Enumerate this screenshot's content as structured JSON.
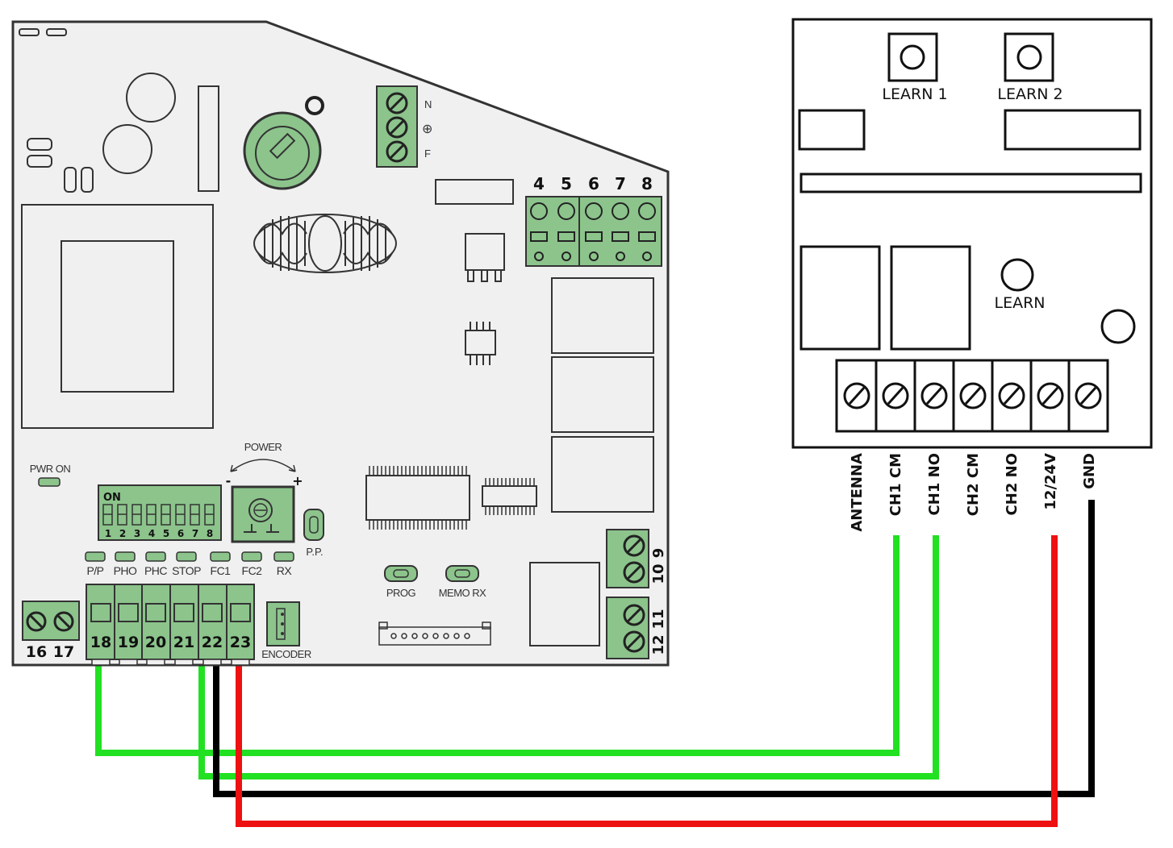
{
  "control_board": {
    "mains_terminal_labels": [
      "N",
      "⊕",
      "F"
    ],
    "top_terminal_numbers": [
      "4",
      "5",
      "6",
      "7",
      "8"
    ],
    "power_label": "POWER",
    "power_minus": "-",
    "power_plus": "+",
    "pwr_on_label": "PWR ON",
    "dip_on_label": "ON",
    "dip_numbers": [
      "1",
      "2",
      "3",
      "4",
      "5",
      "6",
      "7",
      "8"
    ],
    "pp_label": "P.P.",
    "led_labels": [
      "P/P",
      "PHO",
      "PHC",
      "STOP",
      "FC1",
      "FC2",
      "RX"
    ],
    "prog_label": "PROG",
    "memo_rx_label": "MEMO RX",
    "encoder_label": "ENCODER",
    "bottom_left_terminals": [
      "16",
      "17"
    ],
    "bottom_terminals": [
      "18",
      "19",
      "20",
      "21",
      "22",
      "23"
    ],
    "right_terminals_upper": [
      "9",
      "10"
    ],
    "right_terminals_lower": [
      "11",
      "12"
    ]
  },
  "receiver": {
    "learn1_label": "LEARN 1",
    "learn2_label": "LEARN 2",
    "learn_label": "LEARN",
    "terminal_labels": [
      "ANTENNA",
      "CH1 CM",
      "CH1 NO",
      "CH2 CM",
      "CH2 NO",
      "12/24V",
      "GND"
    ]
  },
  "wires": [
    {
      "from": "18",
      "to": "CH1 CM",
      "color": "#22e022"
    },
    {
      "from": "22",
      "to": "CH1 NO",
      "color": "#22e022"
    },
    {
      "from": "22",
      "to": "GND",
      "color": "#000000"
    },
    {
      "from": "23",
      "to": "12/24V",
      "color": "#ee1111"
    }
  ],
  "colors": {
    "board_fill": "#f0f0f0",
    "component_green": "#8cc48c",
    "wire_green": "#22e022",
    "wire_black": "#000000",
    "wire_red": "#ee1111"
  }
}
